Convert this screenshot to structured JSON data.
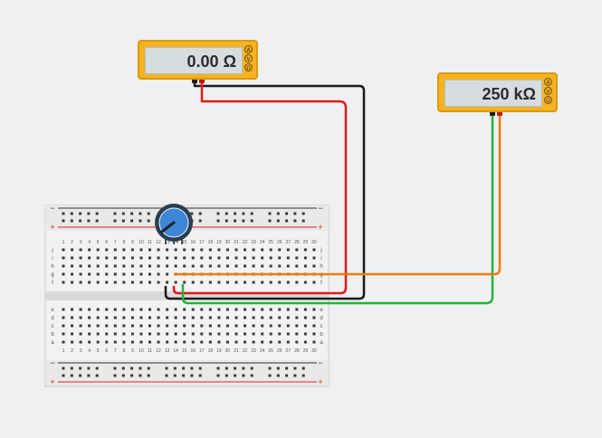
{
  "meters": [
    {
      "reading": "0.00 Ω",
      "mode_buttons": [
        "A",
        "V",
        "Ω"
      ]
    },
    {
      "reading": "250 kΩ",
      "mode_buttons": [
        "A",
        "V",
        "Ω"
      ]
    }
  ],
  "breadboard": {
    "rail_symbols": {
      "minus": "−",
      "plus": "+"
    },
    "row_letters_top": [
      "j",
      "i",
      "h",
      "g",
      "f"
    ],
    "row_letters_bottom": [
      "e",
      "d",
      "c",
      "b",
      "a"
    ],
    "column_numbers": [
      "1",
      "2",
      "3",
      "4",
      "5",
      "6",
      "7",
      "8",
      "9",
      "10",
      "11",
      "12",
      "13",
      "14",
      "15",
      "16",
      "17",
      "18",
      "19",
      "20",
      "21",
      "22",
      "23",
      "24",
      "25",
      "26",
      "27",
      "28",
      "29",
      "30"
    ]
  },
  "potentiometer": {
    "knob_color": "#3d86d6"
  },
  "wire_colors": {
    "red": "#e01b1b",
    "black": "#1b1b1b",
    "green": "#22b23a",
    "orange": "#ee7a10"
  }
}
